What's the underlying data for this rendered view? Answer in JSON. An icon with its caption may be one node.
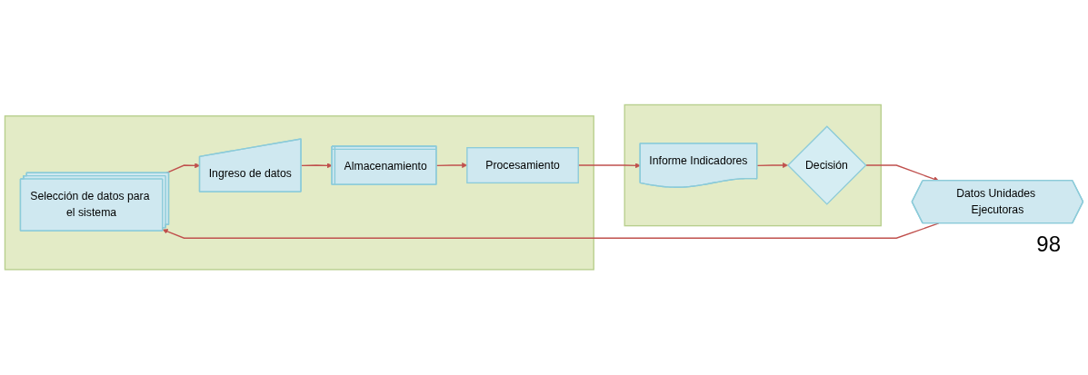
{
  "diagram": {
    "nodes": [
      {
        "text": [],
        "shape": "box"
      },
      {
        "text": [
          "Selección de datos para el sistema"
        ],
        "in": 0
      },
      {
        "text": [
          "Ingreso de datos"
        ],
        "in": 0
      },
      {
        "text": [
          "Almacenamiento"
        ],
        "in": 0
      },
      {
        "text": [
          "Procesamiento"
        ],
        "in": 0
      },
      {
        "text": [],
        "shape": "box"
      },
      {
        "text": [
          "Decisión"
        ],
        "in": 5
      },
      {
        "text": [
          "Informe Indicadores"
        ],
        "in": 5
      },
      {
        "text": [
          "Datos Unidades Ejecutoras"
        ]
      }
    ],
    "edges": [
      {
        "from": 1,
        "to": 2,
        "arrow": "to"
      },
      {
        "from": 2,
        "to": 3,
        "arrow": "to"
      },
      {
        "from": 3,
        "to": 4,
        "arrow": "to"
      },
      {
        "from": 4,
        "to": 7,
        "arrow": "to"
      },
      {
        "from": 7,
        "to": 6,
        "arrow": "to"
      },
      {
        "from": 6,
        "to": 8,
        "arrow": "to"
      },
      {
        "from": 8,
        "to": 1,
        "arrow": "to"
      }
    ],
    "labels": [
      "98"
    ]
  }
}
